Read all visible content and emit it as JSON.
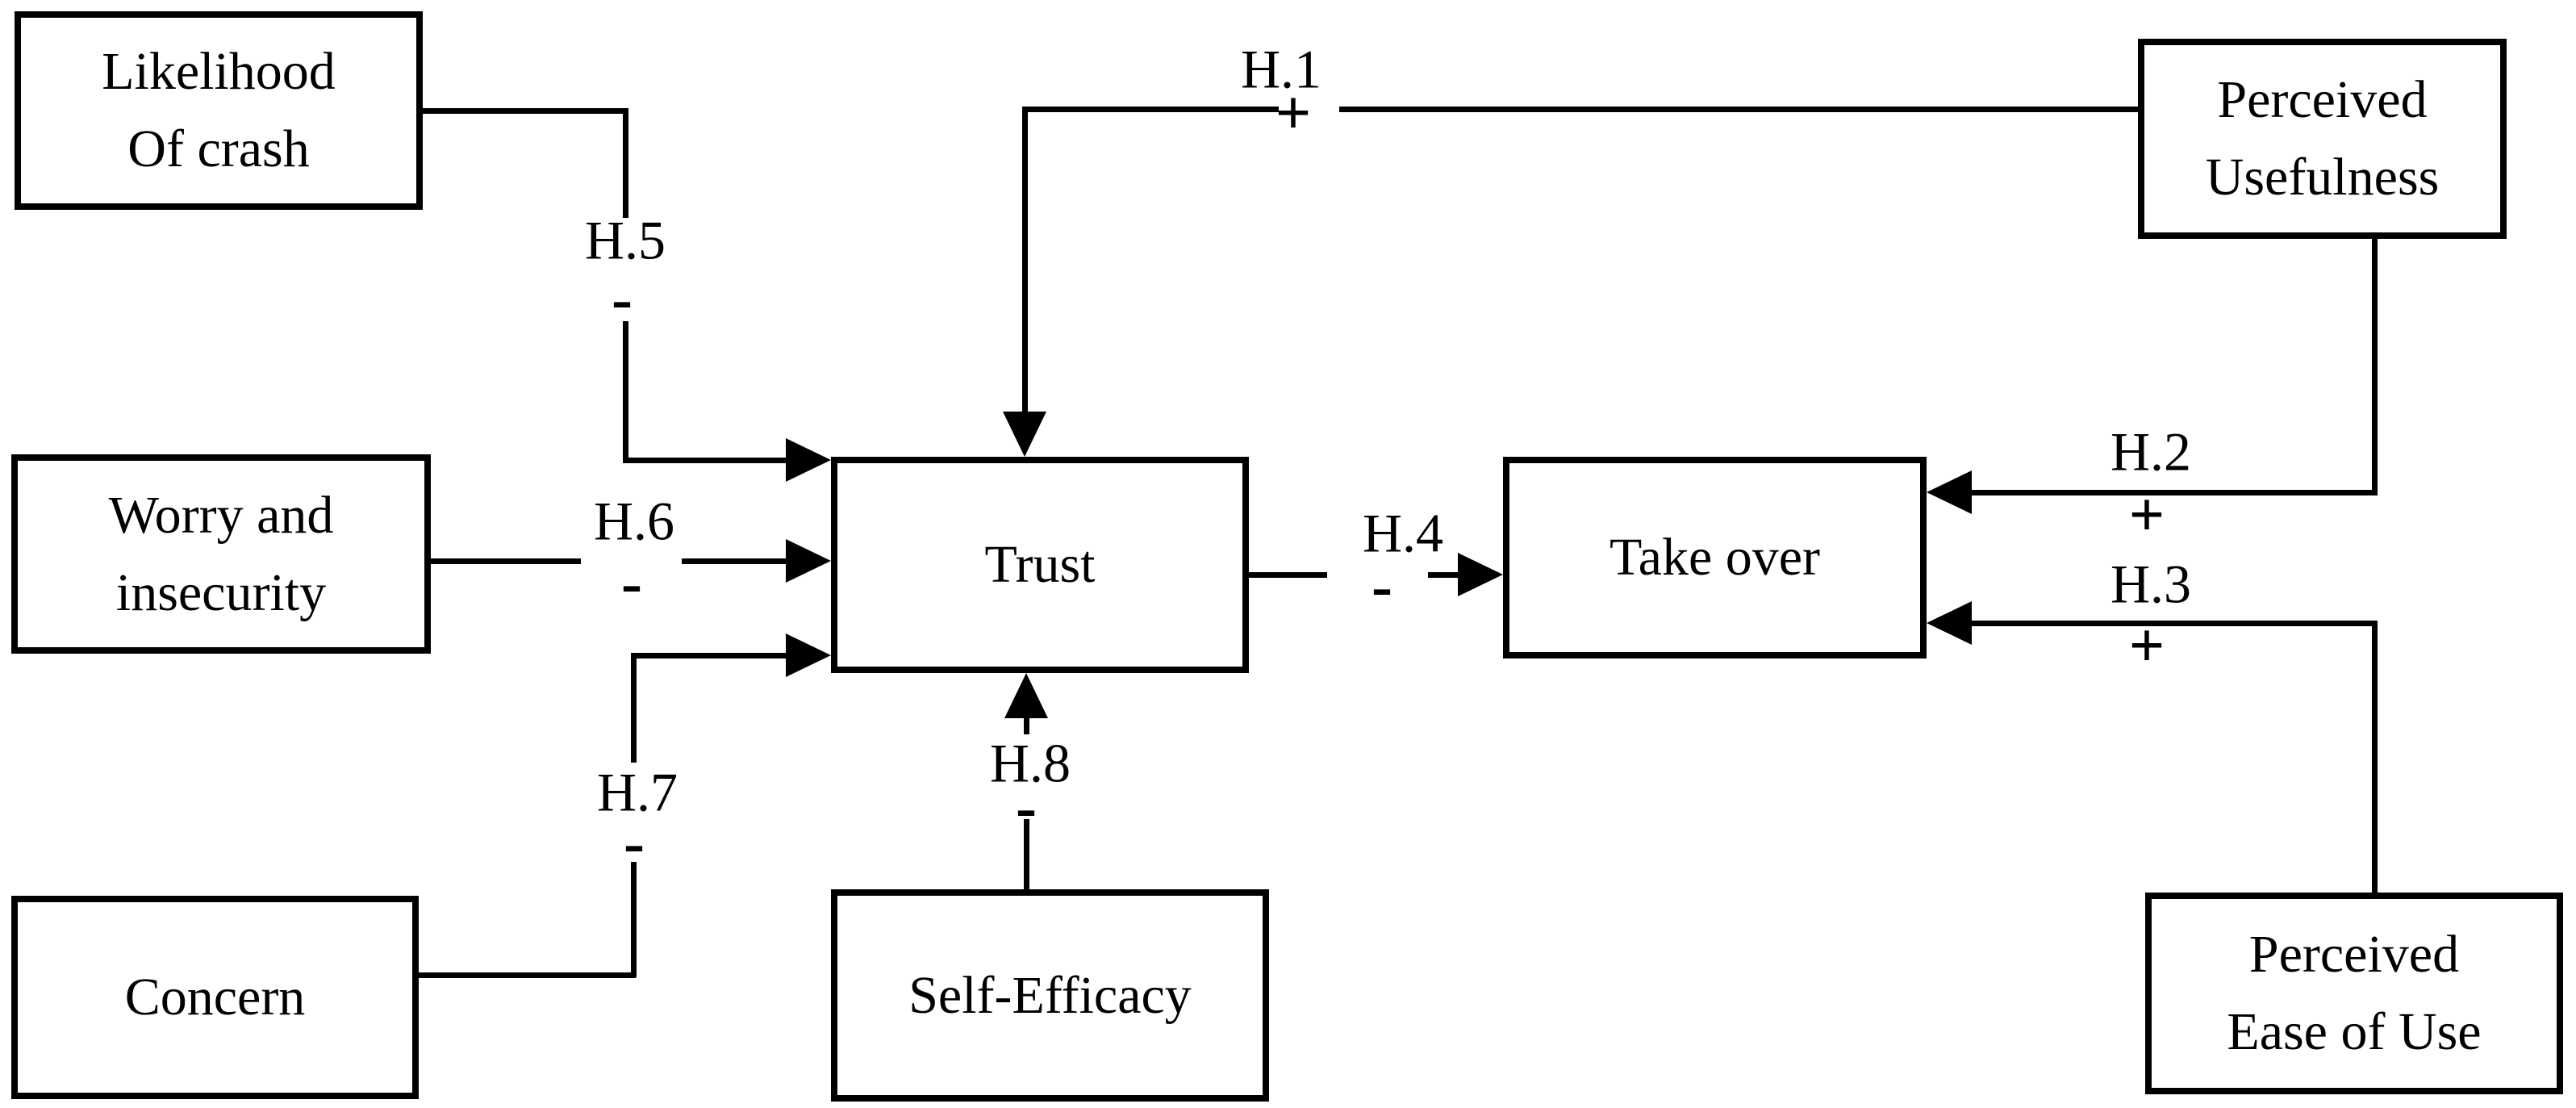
{
  "diagram": {
    "type": "hypothesis-path-model",
    "colors": {
      "background": "#ffffff",
      "line": "#000000",
      "text": "#000000"
    },
    "nodes": {
      "likelihood": {
        "line1": "Likelihood",
        "line2": "Of crash"
      },
      "worry": {
        "line1": "Worry and",
        "line2": "insecurity"
      },
      "concern": {
        "line1": "Concern"
      },
      "trust": {
        "line1": "Trust"
      },
      "self_efficacy": {
        "line1": "Self-Efficacy"
      },
      "take_over": {
        "line1": "Take over"
      },
      "perceived_usefulness": {
        "line1": "Perceived",
        "line2": "Usefulness"
      },
      "perceived_ease": {
        "line1": "Perceived",
        "line2": "Ease of Use"
      }
    },
    "hypotheses": {
      "h1": {
        "label": "H.1",
        "sign": "+"
      },
      "h2": {
        "label": "H.2",
        "sign": "+"
      },
      "h3": {
        "label": "H.3",
        "sign": "+"
      },
      "h4": {
        "label": "H.4",
        "sign": "-"
      },
      "h5": {
        "label": "H.5",
        "sign": "-"
      },
      "h6": {
        "label": "H.6",
        "sign": "-"
      },
      "h7": {
        "label": "H.7",
        "sign": "-"
      },
      "h8": {
        "label": "H.8",
        "sign": "-"
      }
    },
    "edges": [
      {
        "hypothesis": "H.1",
        "sign": "+",
        "from": "Perceived Usefulness",
        "to": "Trust"
      },
      {
        "hypothesis": "H.2",
        "sign": "+",
        "from": "Perceived Usefulness",
        "to": "Take over"
      },
      {
        "hypothesis": "H.3",
        "sign": "+",
        "from": "Perceived Ease of Use",
        "to": "Take over"
      },
      {
        "hypothesis": "H.4",
        "sign": "-",
        "from": "Trust",
        "to": "Take over"
      },
      {
        "hypothesis": "H.5",
        "sign": "-",
        "from": "Likelihood Of crash",
        "to": "Trust"
      },
      {
        "hypothesis": "H.6",
        "sign": "-",
        "from": "Worry and insecurity",
        "to": "Trust"
      },
      {
        "hypothesis": "H.7",
        "sign": "-",
        "from": "Concern",
        "to": "Trust"
      },
      {
        "hypothesis": "H.8",
        "sign": "-",
        "from": "Self-Efficacy",
        "to": "Trust"
      }
    ]
  }
}
